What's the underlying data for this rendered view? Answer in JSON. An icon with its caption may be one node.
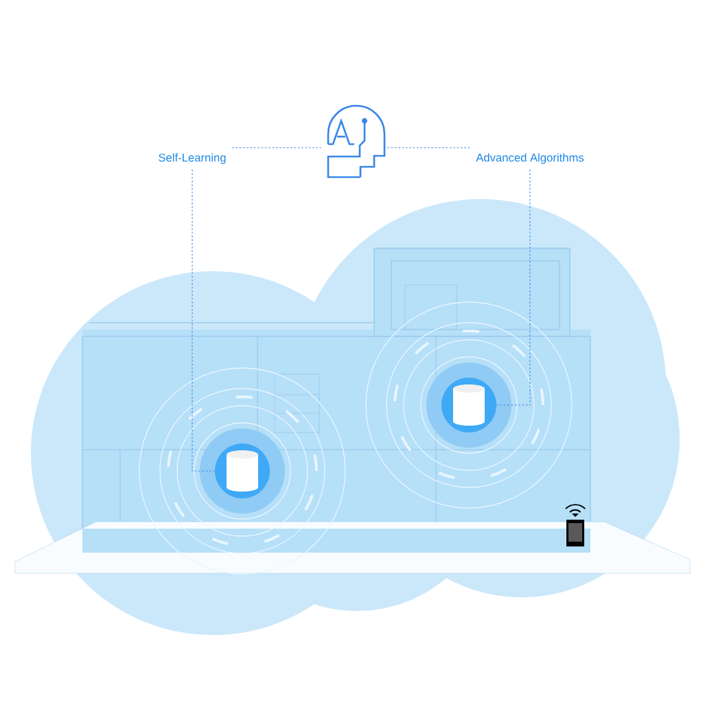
{
  "diagram": {
    "nodes": [
      {
        "text": [],
        "shape": "picture"
      },
      {
        "text": [
          "Self-Learning"
        ]
      },
      {
        "text": [
          "Advanced Algorithms"
        ]
      },
      {
        "text": [],
        "shape": "picture"
      },
      {
        "text": [],
        "shape": "picture"
      }
    ],
    "edges": [
      {
        "from": 1,
        "to": 0,
        "arrow": "none",
        "style": "dashed"
      },
      {
        "from": 0,
        "to": 2,
        "arrow": "none",
        "style": "dashed"
      },
      {
        "from": 1,
        "to": 3,
        "arrow": "none",
        "style": "dashed"
      },
      {
        "from": 2,
        "to": 4,
        "arrow": "none",
        "style": "dashed"
      }
    ]
  }
}
